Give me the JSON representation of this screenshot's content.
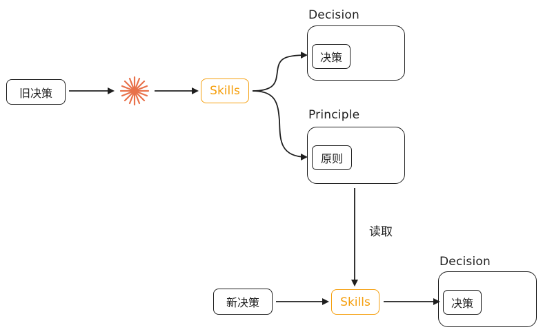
{
  "top_flow": {
    "old_decision": "旧决策",
    "skills": "Skills"
  },
  "decision_group_top": {
    "title": "Decision",
    "item": "决策"
  },
  "principle_group": {
    "title": "Principle",
    "item": "原则"
  },
  "read_edge_label": "读取",
  "bottom_flow": {
    "new_decision": "新决策",
    "skills": "Skills"
  },
  "decision_group_bottom": {
    "title": "Decision",
    "item": "决策"
  },
  "colors": {
    "stroke": "#1e1e1e",
    "skills_accent": "#f59e0b",
    "burst": "#e8714a"
  },
  "icons": [
    "starburst-icon"
  ]
}
